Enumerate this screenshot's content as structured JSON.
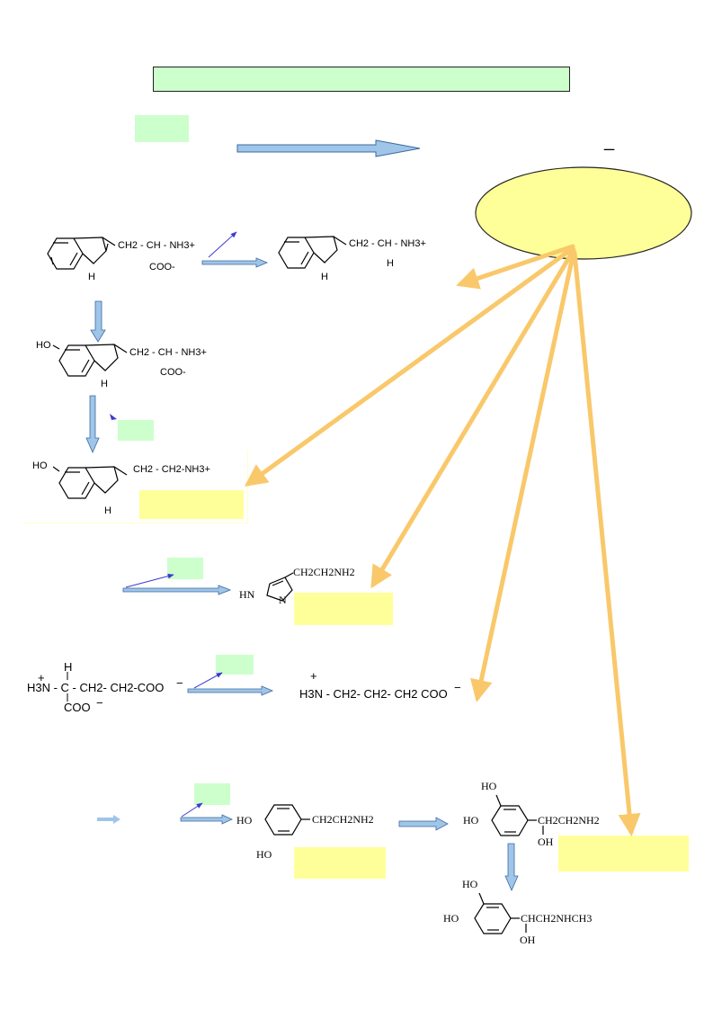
{
  "colors": {
    "green_box": "#ccffcc",
    "yellow_box": "#ffff99",
    "blue_arrow": "#6fa8dc",
    "blue_arrow_fill": "#9fc5e8",
    "orange_arrow": "#f9c86a",
    "ellipse_fill": "#ffff99"
  },
  "dash_mark": "_",
  "tryptamine_row": {
    "trp_chain": "CH2 - CH - NH3+",
    "trp_carboxyl": "COO-",
    "trp_nh": "H",
    "tryptamine_chain": "CH2 - CH - NH3+",
    "tryptamine_h": "H",
    "tryptamine_nh": "H"
  },
  "hydroxytrp": {
    "ho": "HO",
    "chain": "CH2 - CH - NH3+",
    "carboxyl": "COO-",
    "nh": "H"
  },
  "serotonin": {
    "ho": "HO",
    "chain": "CH2 - CH2-NH3+",
    "nh": "H"
  },
  "histamine": {
    "chain": "CH2CH2NH2",
    "hn": "HN",
    "n": "N"
  },
  "glutamate": {
    "h": "H",
    "plus": "+",
    "left": "H3N - C - CH2- CH2-COO",
    "minus": "−",
    "carboxyl": "COO",
    "carboxyl_minus": "−"
  },
  "gaba": {
    "plus": "+",
    "formula": "H3N - CH2- CH2- CH2 COO",
    "minus": "−"
  },
  "dopamine": {
    "ho_top": "HO",
    "ho_bottom": "HO",
    "chain": "CH2CH2NH2"
  },
  "norepinephrine": {
    "ho_top": "HO",
    "ho_left": "HO",
    "chain": "CH2CH2NH2",
    "oh": "OH"
  },
  "epinephrine": {
    "ho_top": "HO",
    "ho_left": "HO",
    "chain": "CHCH2NHCH3",
    "oh": "OH"
  }
}
